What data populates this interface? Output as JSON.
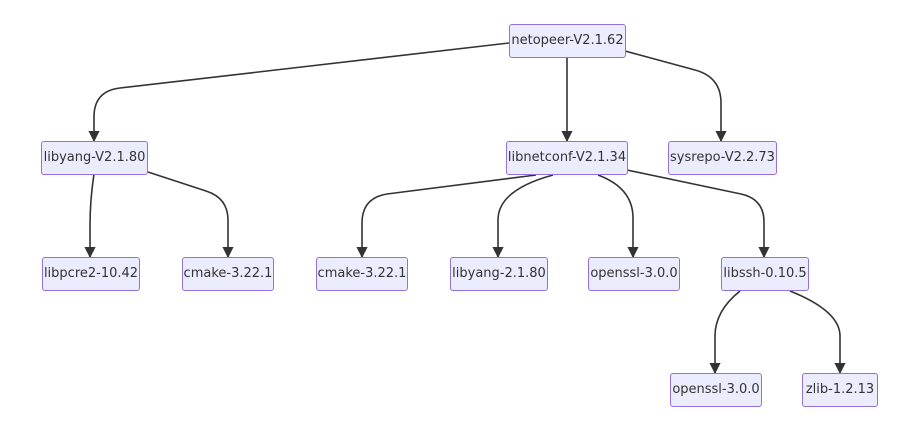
{
  "colors": {
    "node_fill": "#ECECFF",
    "node_border": "#9370DB",
    "edge": "#333333",
    "text": "#333333"
  },
  "nodes": {
    "netopeer": "netopeer-V2.1.62",
    "libyang_top": "libyang-V2.1.80",
    "libnetconf": "libnetconf-V2.1.34",
    "sysrepo": "sysrepo-V2.2.73",
    "libpcre2": "libpcre2-10.42",
    "cmake_a": "cmake-3.22.1",
    "cmake_b": "cmake-3.22.1",
    "libyang_dep": "libyang-2.1.80",
    "openssl_a": "openssl-3.0.0",
    "libssh": "libssh-0.10.5",
    "openssl_b": "openssl-3.0.0",
    "zlib": "zlib-1.2.13"
  },
  "edges": [
    [
      "netopeer",
      "libyang_top"
    ],
    [
      "netopeer",
      "libnetconf"
    ],
    [
      "netopeer",
      "sysrepo"
    ],
    [
      "libyang_top",
      "libpcre2"
    ],
    [
      "libyang_top",
      "cmake_a"
    ],
    [
      "libnetconf",
      "cmake_b"
    ],
    [
      "libnetconf",
      "libyang_dep"
    ],
    [
      "libnetconf",
      "openssl_a"
    ],
    [
      "libnetconf",
      "libssh"
    ],
    [
      "libssh",
      "openssl_b"
    ],
    [
      "libssh",
      "zlib"
    ]
  ]
}
